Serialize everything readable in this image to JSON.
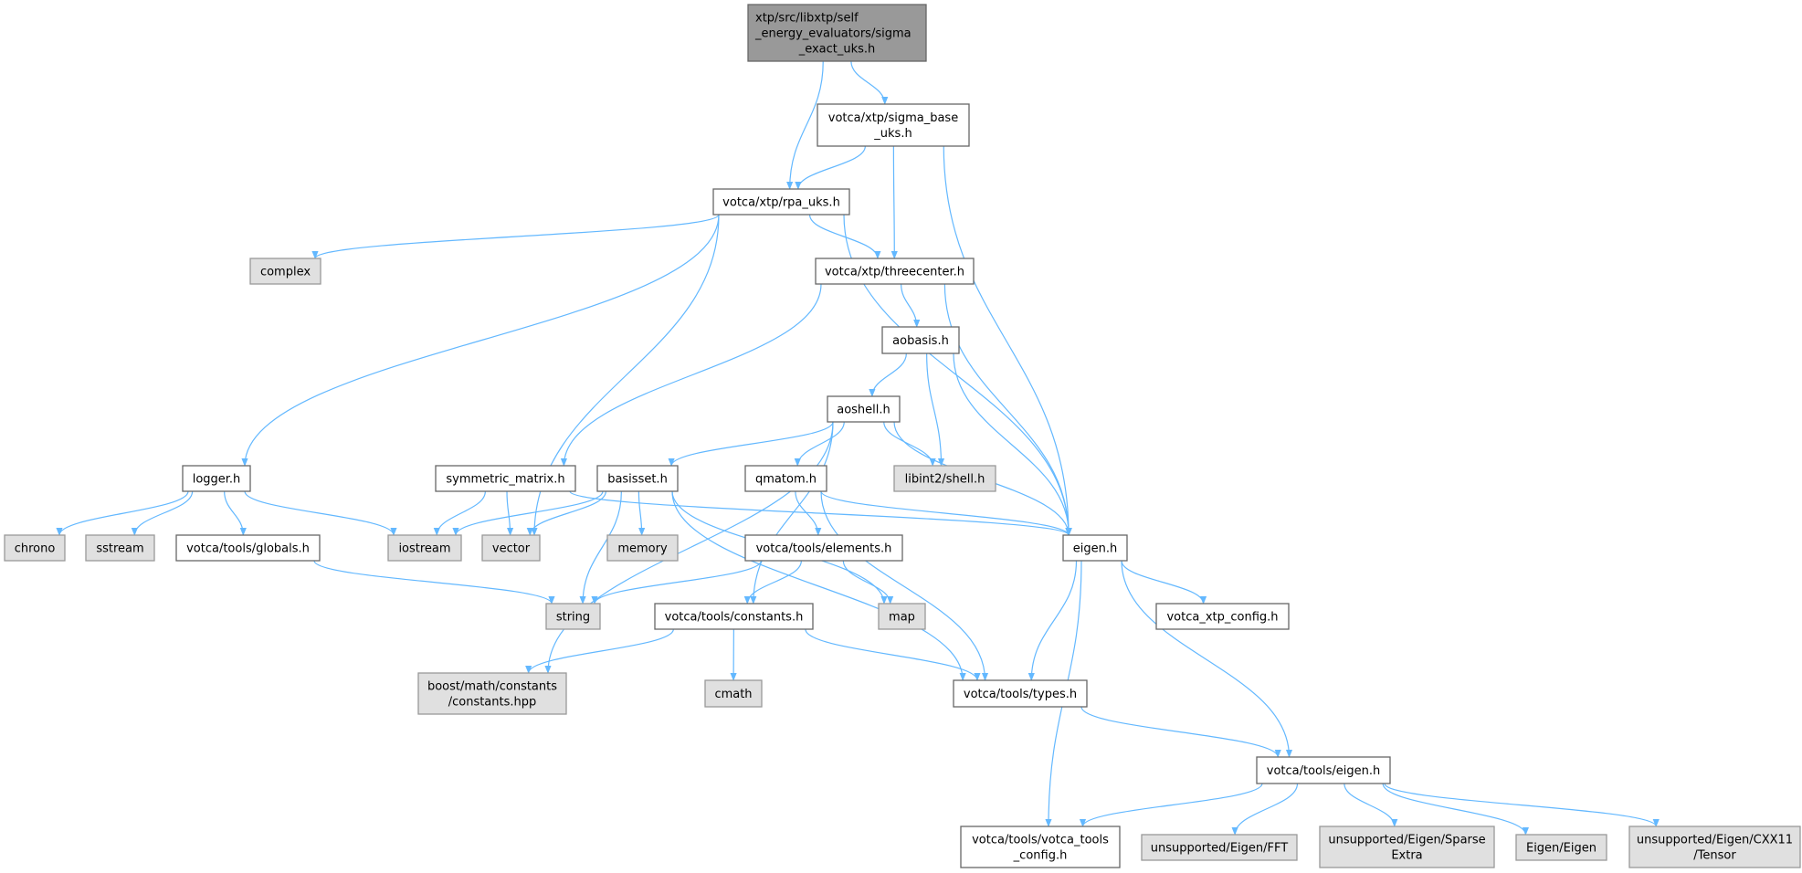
{
  "graph": {
    "colors": {
      "edge": "#63b8ff",
      "root_fill": "#999999",
      "system_fill": "#e0e0e0",
      "local_fill": "#ffffff"
    },
    "nodes": [
      {
        "id": "root",
        "kind": "root",
        "lines": [
          "xtp/src/libxtp/self",
          "_energy_evaluators/sigma",
          "_exact_uks.h"
        ]
      },
      {
        "id": "sigma_base",
        "kind": "local",
        "lines": [
          "votca/xtp/sigma_base",
          "_uks.h"
        ]
      },
      {
        "id": "rpa",
        "kind": "local",
        "lines": [
          "votca/xtp/rpa_uks.h"
        ]
      },
      {
        "id": "complex",
        "kind": "system",
        "lines": [
          "complex"
        ]
      },
      {
        "id": "threecenter",
        "kind": "local",
        "lines": [
          "votca/xtp/threecenter.h"
        ]
      },
      {
        "id": "aobasis",
        "kind": "local",
        "lines": [
          "aobasis.h"
        ]
      },
      {
        "id": "aoshell",
        "kind": "local",
        "lines": [
          "aoshell.h"
        ]
      },
      {
        "id": "logger",
        "kind": "local",
        "lines": [
          "logger.h"
        ]
      },
      {
        "id": "symmetric_matrix",
        "kind": "local",
        "lines": [
          "symmetric_matrix.h"
        ]
      },
      {
        "id": "basisset",
        "kind": "local",
        "lines": [
          "basisset.h"
        ]
      },
      {
        "id": "qmatom",
        "kind": "local",
        "lines": [
          "qmatom.h"
        ]
      },
      {
        "id": "libint",
        "kind": "system",
        "lines": [
          "libint2/shell.h"
        ]
      },
      {
        "id": "chrono",
        "kind": "system",
        "lines": [
          "chrono"
        ]
      },
      {
        "id": "sstream",
        "kind": "system",
        "lines": [
          "sstream"
        ]
      },
      {
        "id": "globals",
        "kind": "local",
        "lines": [
          "votca/tools/globals.h"
        ]
      },
      {
        "id": "iostream",
        "kind": "system",
        "lines": [
          "iostream"
        ]
      },
      {
        "id": "vector",
        "kind": "system",
        "lines": [
          "vector"
        ]
      },
      {
        "id": "memory",
        "kind": "system",
        "lines": [
          "memory"
        ]
      },
      {
        "id": "elements",
        "kind": "local",
        "lines": [
          "votca/tools/elements.h"
        ]
      },
      {
        "id": "eigen",
        "kind": "local",
        "lines": [
          "eigen.h"
        ]
      },
      {
        "id": "string",
        "kind": "system",
        "lines": [
          "string"
        ]
      },
      {
        "id": "constants",
        "kind": "local",
        "lines": [
          "votca/tools/constants.h"
        ]
      },
      {
        "id": "map",
        "kind": "system",
        "lines": [
          "map"
        ]
      },
      {
        "id": "xtp_config",
        "kind": "local",
        "lines": [
          "votca_xtp_config.h"
        ]
      },
      {
        "id": "boost",
        "kind": "system",
        "lines": [
          "boost/math/constants",
          "/constants.hpp"
        ]
      },
      {
        "id": "cmath",
        "kind": "system",
        "lines": [
          "cmath"
        ]
      },
      {
        "id": "types",
        "kind": "local",
        "lines": [
          "votca/tools/types.h"
        ]
      },
      {
        "id": "tools_eigen",
        "kind": "local",
        "lines": [
          "votca/tools/eigen.h"
        ]
      },
      {
        "id": "tools_config",
        "kind": "local",
        "lines": [
          "votca/tools/votca_tools",
          "_config.h"
        ]
      },
      {
        "id": "fft",
        "kind": "system",
        "lines": [
          "unsupported/Eigen/FFT"
        ]
      },
      {
        "id": "sparse",
        "kind": "system",
        "lines": [
          "unsupported/Eigen/Sparse",
          "Extra"
        ]
      },
      {
        "id": "eigen_eigen",
        "kind": "system",
        "lines": [
          "Eigen/Eigen"
        ]
      },
      {
        "id": "tensor",
        "kind": "system",
        "lines": [
          "unsupported/Eigen/CXX11",
          "/Tensor"
        ]
      }
    ],
    "edges": [
      [
        "root",
        "rpa"
      ],
      [
        "root",
        "sigma_base"
      ],
      [
        "sigma_base",
        "rpa"
      ],
      [
        "sigma_base",
        "threecenter"
      ],
      [
        "sigma_base",
        "eigen"
      ],
      [
        "rpa",
        "logger"
      ],
      [
        "rpa",
        "complex"
      ],
      [
        "rpa",
        "vector"
      ],
      [
        "rpa",
        "threecenter"
      ],
      [
        "rpa",
        "eigen"
      ],
      [
        "threecenter",
        "aobasis"
      ],
      [
        "threecenter",
        "symmetric_matrix"
      ],
      [
        "threecenter",
        "eigen"
      ],
      [
        "aobasis",
        "aoshell"
      ],
      [
        "aobasis",
        "libint"
      ],
      [
        "aobasis",
        "eigen"
      ],
      [
        "aoshell",
        "boost"
      ],
      [
        "aoshell",
        "basisset"
      ],
      [
        "aoshell",
        "qmatom"
      ],
      [
        "aoshell",
        "libint"
      ],
      [
        "aoshell",
        "eigen"
      ],
      [
        "aoshell",
        "constants"
      ],
      [
        "logger",
        "chrono"
      ],
      [
        "logger",
        "sstream"
      ],
      [
        "logger",
        "globals"
      ],
      [
        "logger",
        "iostream"
      ],
      [
        "globals",
        "string"
      ],
      [
        "symmetric_matrix",
        "iostream"
      ],
      [
        "symmetric_matrix",
        "vector"
      ],
      [
        "symmetric_matrix",
        "eigen"
      ],
      [
        "basisset",
        "iostream"
      ],
      [
        "basisset",
        "vector"
      ],
      [
        "basisset",
        "string"
      ],
      [
        "basisset",
        "memory"
      ],
      [
        "basisset",
        "map"
      ],
      [
        "basisset",
        "types"
      ],
      [
        "qmatom",
        "elements"
      ],
      [
        "qmatom",
        "eigen"
      ],
      [
        "qmatom",
        "types"
      ],
      [
        "elements",
        "string"
      ],
      [
        "elements",
        "constants"
      ],
      [
        "elements",
        "map"
      ],
      [
        "constants",
        "boost"
      ],
      [
        "constants",
        "cmath"
      ],
      [
        "constants",
        "types"
      ],
      [
        "eigen",
        "types"
      ],
      [
        "eigen",
        "xtp_config"
      ],
      [
        "eigen",
        "tools_eigen"
      ],
      [
        "eigen",
        "tools_config"
      ],
      [
        "types",
        "tools_eigen"
      ],
      [
        "tools_eigen",
        "tools_config"
      ],
      [
        "tools_eigen",
        "fft"
      ],
      [
        "tools_eigen",
        "sparse"
      ],
      [
        "tools_eigen",
        "eigen_eigen"
      ],
      [
        "tools_eigen",
        "tensor"
      ]
    ]
  }
}
